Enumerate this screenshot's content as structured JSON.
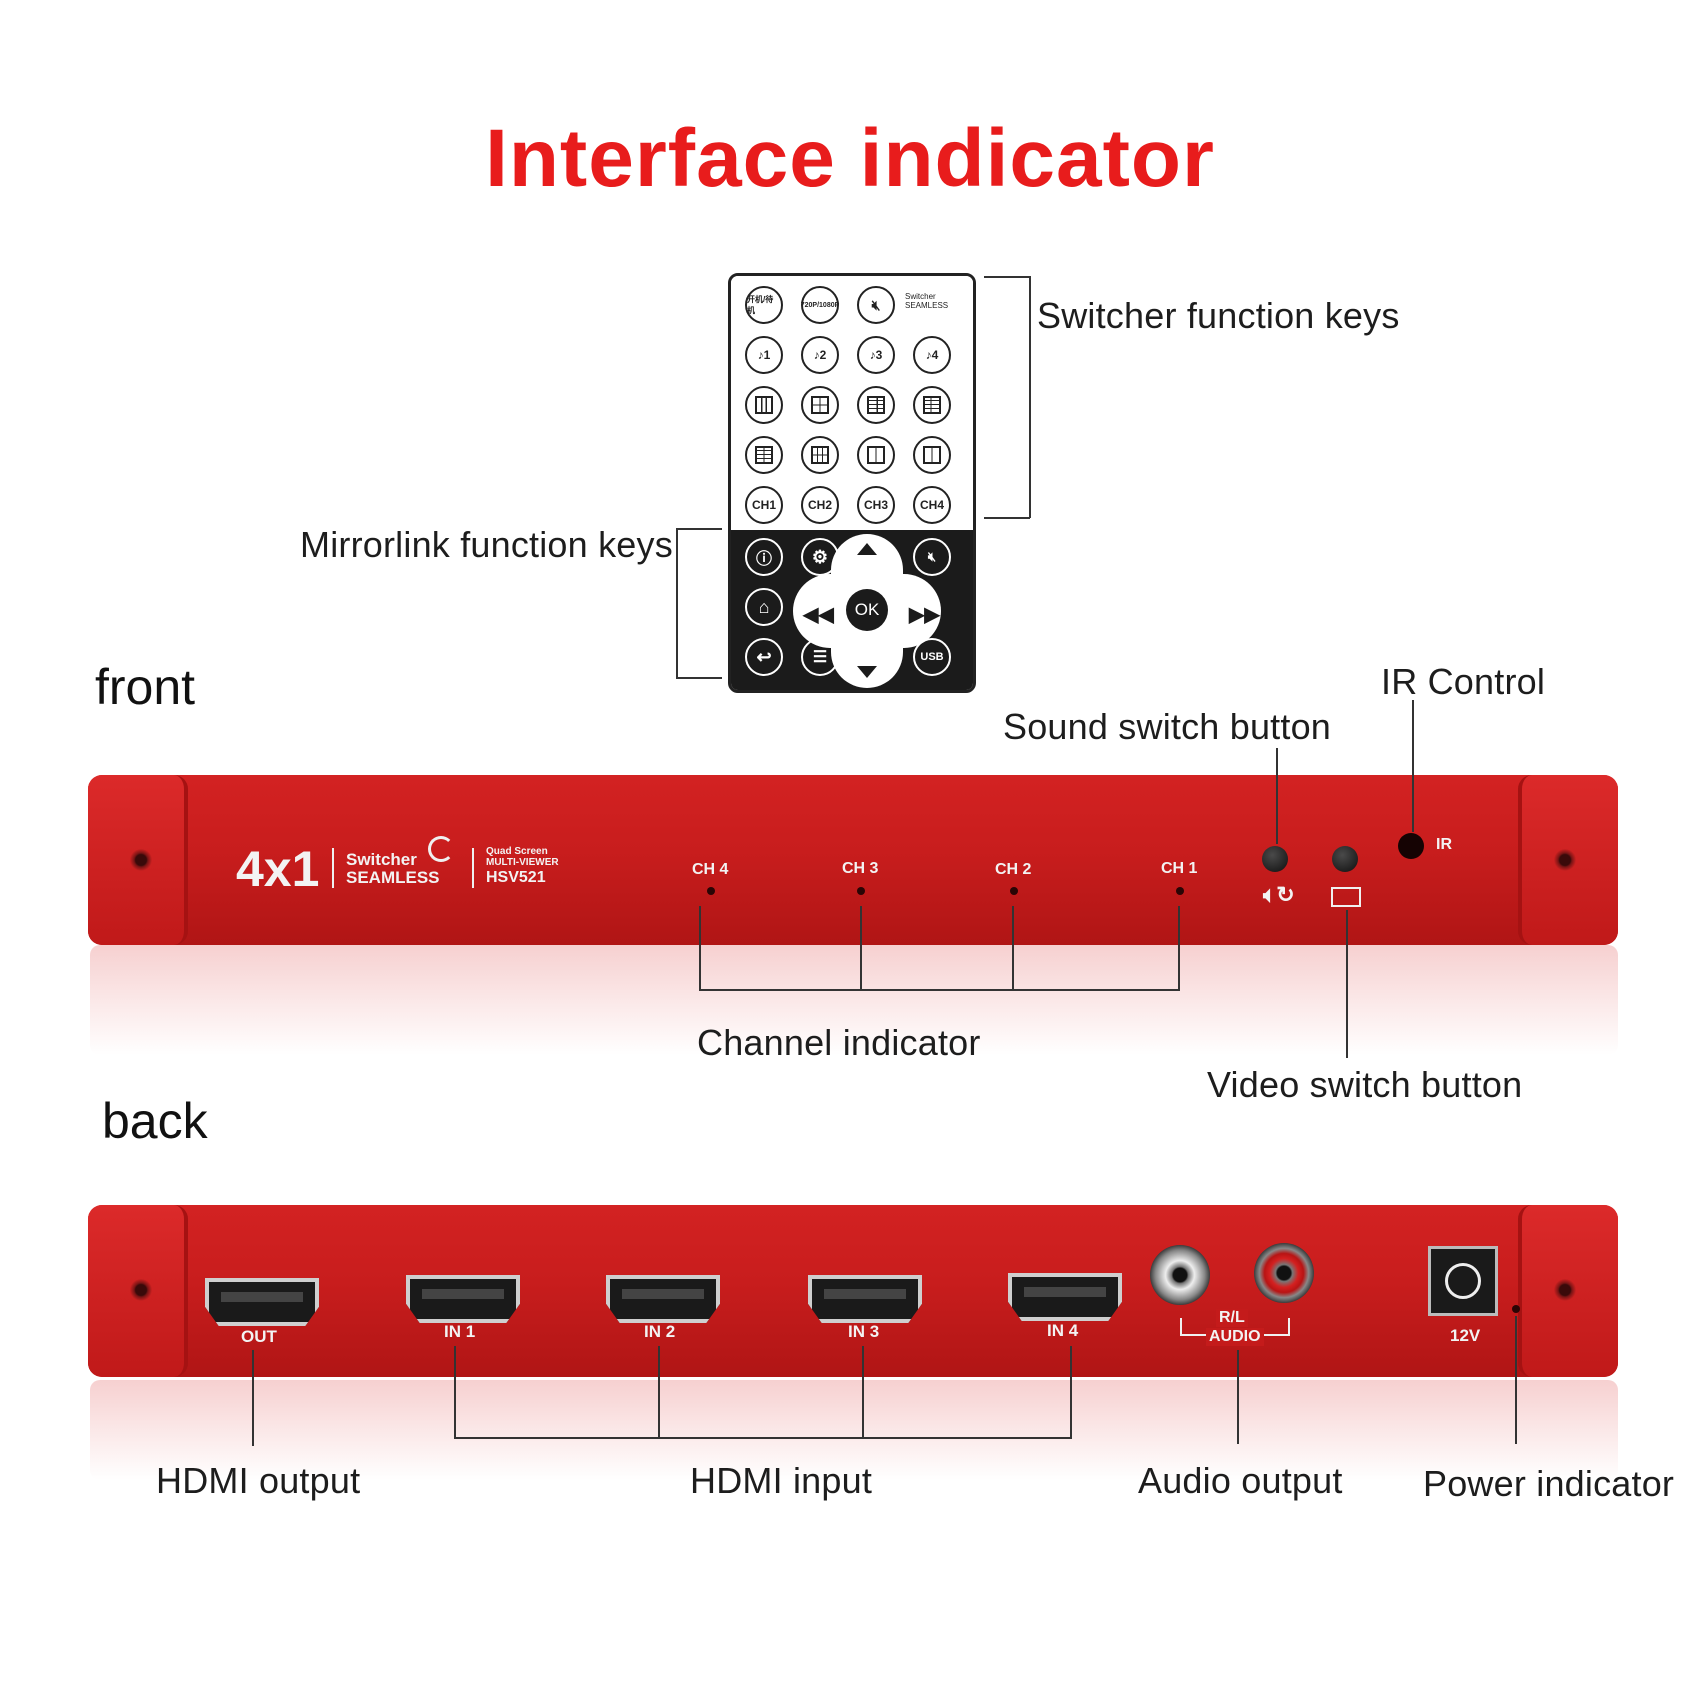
{
  "title": "Interface indicator",
  "labels": {
    "switcher_keys": "Switcher function keys",
    "mirrorlink_keys": "Mirrorlink function keys",
    "front": "front",
    "back": "back",
    "ir_control": "IR Control",
    "sound_switch": "Sound switch button",
    "channel_indicator": "Channel indicator",
    "video_switch": "Video switch button",
    "hdmi_output": "HDMI output",
    "hdmi_input": "HDMI input",
    "audio_output": "Audio output",
    "power_indicator": "Power indicator"
  },
  "remote": {
    "top_rows": [
      [
        "开机/待机",
        "720P/1080P",
        "mute-icon",
        "Switcher SEAMLESS"
      ],
      [
        "♪1",
        "♪2",
        "♪3",
        "♪4"
      ],
      [
        "layout-1-icon",
        "layout-2-icon",
        "layout-3-icon",
        "layout-4-icon"
      ],
      [
        "layout-5-icon",
        "layout-6-icon",
        "layout-7-icon",
        "layout-8-icon"
      ],
      [
        "CH1",
        "CH2",
        "CH3",
        "CH4"
      ]
    ],
    "ok": "OK",
    "usb": "USB"
  },
  "front_panel": {
    "brand_model": "4x1",
    "brand_line1": "Switcher",
    "brand_line2": "SEAMLESS",
    "brand_small1": "Quad Screen",
    "brand_small2": "MULTI-VIEWER",
    "model": "HSV521",
    "channels": [
      "CH 4",
      "CH 3",
      "CH 2",
      "CH 1"
    ],
    "ir": "IR"
  },
  "back_panel": {
    "ports": [
      "OUT",
      "IN 1",
      "IN 2",
      "IN 3",
      "IN 4"
    ],
    "audio_l1": "R/L",
    "audio_l2": "AUDIO",
    "power": "12V"
  },
  "colors": {
    "title": "#e81c1c",
    "panel": "#c81d1d"
  }
}
